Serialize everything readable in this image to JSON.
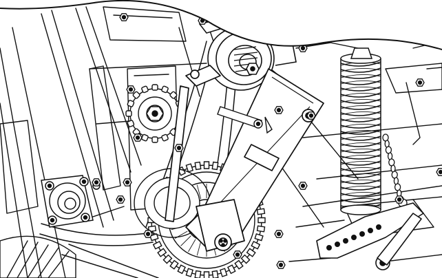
{
  "drawing": {
    "style": "black-and-white technical line illustration",
    "components": [
      "cutaway-boundary",
      "frame-plates",
      "upper-idler-pulley",
      "drive-sprocket",
      "large-gear-wheel",
      "lower-drive-pulley",
      "tension-arm",
      "coil-spring",
      "spring-chain",
      "adjustment-bracket",
      "bearing-housing",
      "drive-belts",
      "hydraulic-cylinder",
      "bolts"
    ],
    "colors": {
      "background": "#ffffff",
      "line": "#111111",
      "shade": "#1a1a1a"
    },
    "chain_links": 11,
    "bracket_holes": 7
  }
}
